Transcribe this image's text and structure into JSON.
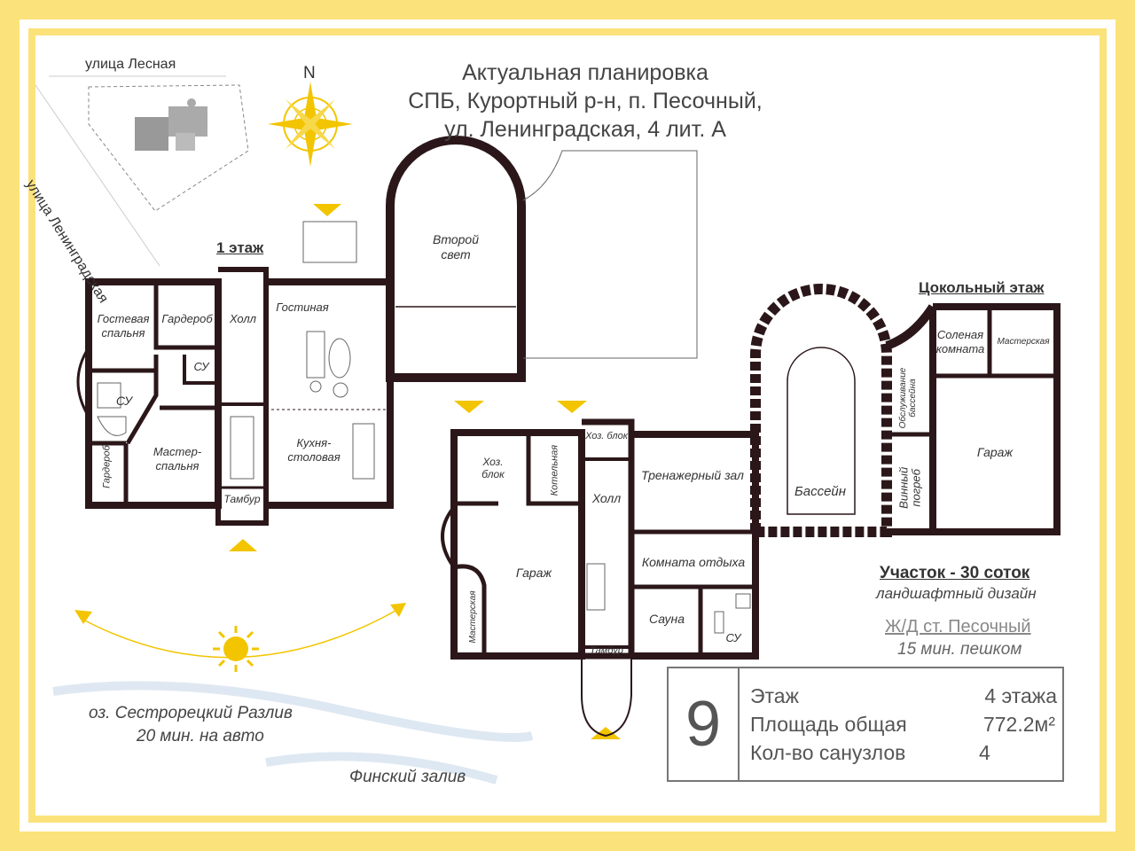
{
  "title": {
    "line1": "Актуальная планировка",
    "line2": "СПБ, Курортный р-н, п. Песочный,",
    "line3": "ул. Ленинградская, 4 лит. А"
  },
  "site_map": {
    "street_top": "улица Лесная",
    "street_diag": "улица Ленинградская"
  },
  "compass": {
    "north_label": "N"
  },
  "floors": {
    "first": {
      "heading": "1 этаж",
      "rooms": {
        "guest_bedroom": "Гостевая спальня",
        "wardrobe_top": "Гардероб",
        "hall": "Холл",
        "living": "Гостиная",
        "bath_small": "СУ",
        "bath": "СУ",
        "master_bedroom": "Мастер-спальня",
        "kitchen": "Кухня-столовая",
        "wardrobe_side": "Гардероб",
        "vestibule": "Тамбур",
        "second_light": "Второй свет"
      }
    },
    "basement": {
      "heading": "Цокольный этаж",
      "rooms": {
        "utility1": "Хоз. блок",
        "boiler": "Котельная",
        "utility2": "Хоз. блок",
        "hall": "Холл",
        "gym": "Тренажерный зал",
        "pool": "Бассейн",
        "pool_service": "Обслуживание бассейна",
        "wine": "Винный погреб",
        "salt_room": "Соленая комната",
        "workshop_top": "Мастерская",
        "garage_right": "Гараж",
        "garage_left": "Гараж",
        "workshop_left": "Мастерская",
        "rest_room": "Комната отдыха",
        "sauna": "Сауна",
        "bath": "СУ",
        "vestibule": "Тамбур"
      }
    }
  },
  "notes": {
    "plot": "Участок - 30 соток",
    "landscape": "ландшафтный дизайн",
    "station": "Ж/Д ст. Песочный",
    "station_walk": "15 мин. пешком",
    "lake": "оз. Сестрорецкий Разлив",
    "lake_drive": "20 мин. на авто",
    "gulf": "Финский залив"
  },
  "info_box": {
    "number": "9",
    "rows": [
      {
        "label": "Этаж",
        "value": "4 этажа"
      },
      {
        "label": "Площадь общая",
        "value": "772.2м²"
      },
      {
        "label": "Кол-во санузлов",
        "value": "4"
      }
    ]
  },
  "colors": {
    "frame": "#FBE27A",
    "wall": "#2B1719",
    "sun": "#F2C500",
    "paper": "#FFFFFF"
  }
}
